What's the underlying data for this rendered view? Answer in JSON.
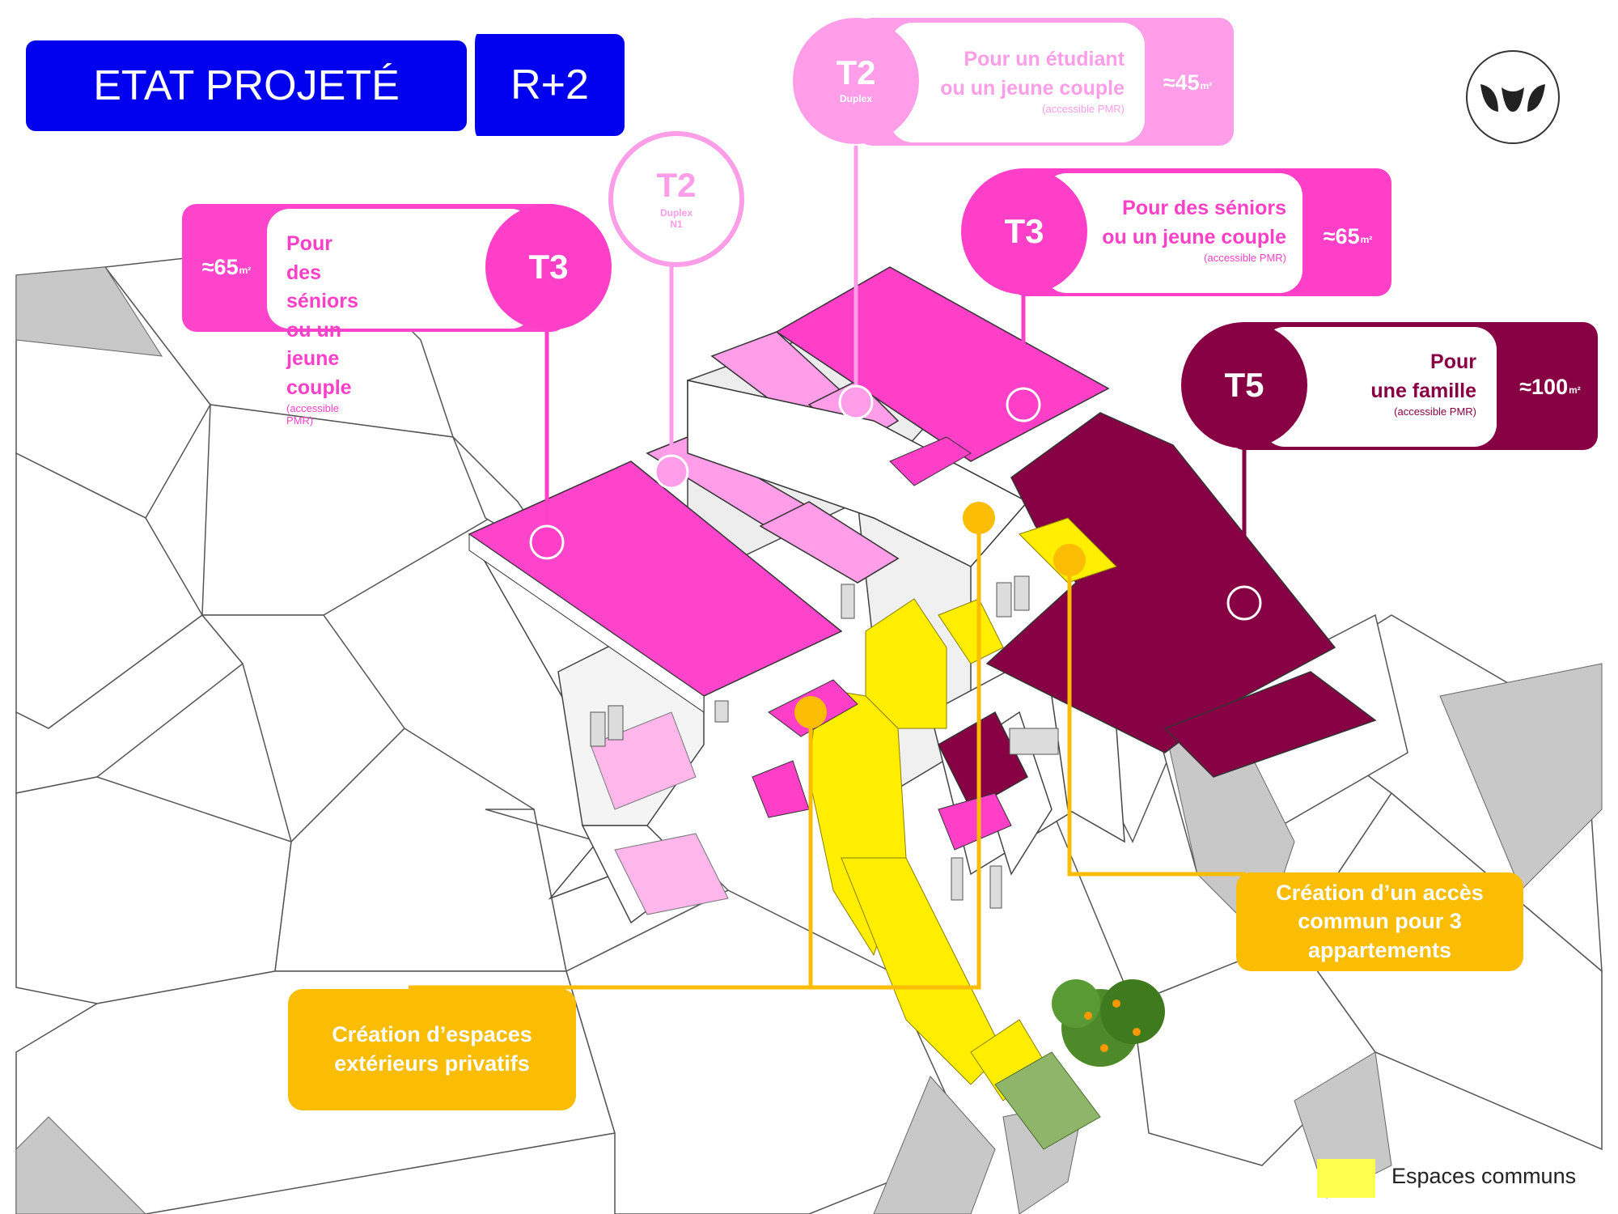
{
  "header": {
    "title": "ETAT PROJETÉ",
    "level": "R+2"
  },
  "colors": {
    "blue": "#0000ee",
    "pink": "#ff44cc",
    "light_pink": "#ff9de8",
    "magenta": "#ff3fc8",
    "dark": "#880044",
    "yellow": "#ffee00",
    "annotation": "#fbbd03"
  },
  "units": [
    {
      "code": "T3",
      "desc1": "Pour des séniors",
      "desc2": "ou un jeune couple",
      "pmr": "(accessible PMR)",
      "area": "≈65",
      "unit": "m²"
    },
    {
      "code": "T2",
      "sub1": "Duplex",
      "sub2": "N1"
    },
    {
      "code": "T2",
      "sub1": "Duplex",
      "desc1": "Pour  un étudiant",
      "desc2": "ou un jeune couple",
      "pmr": "(accessible PMR)",
      "area": "≈45",
      "unit": "m²"
    },
    {
      "code": "T3",
      "desc1": "Pour des séniors",
      "desc2": "ou un jeune couple",
      "pmr": "(accessible PMR)",
      "area": "≈65",
      "unit": "m²"
    },
    {
      "code": "T5",
      "desc1": "Pour",
      "desc2": "une famille",
      "pmr": "(accessible PMR)",
      "area": "≈100",
      "unit": "m²"
    }
  ],
  "annotations": {
    "common_access": [
      "Création d’un accès",
      "commun pour 3",
      "appartements"
    ],
    "private_spaces": [
      "Création d’espaces",
      "extérieurs privatifs"
    ]
  },
  "legend": {
    "label": "Espaces communs"
  }
}
